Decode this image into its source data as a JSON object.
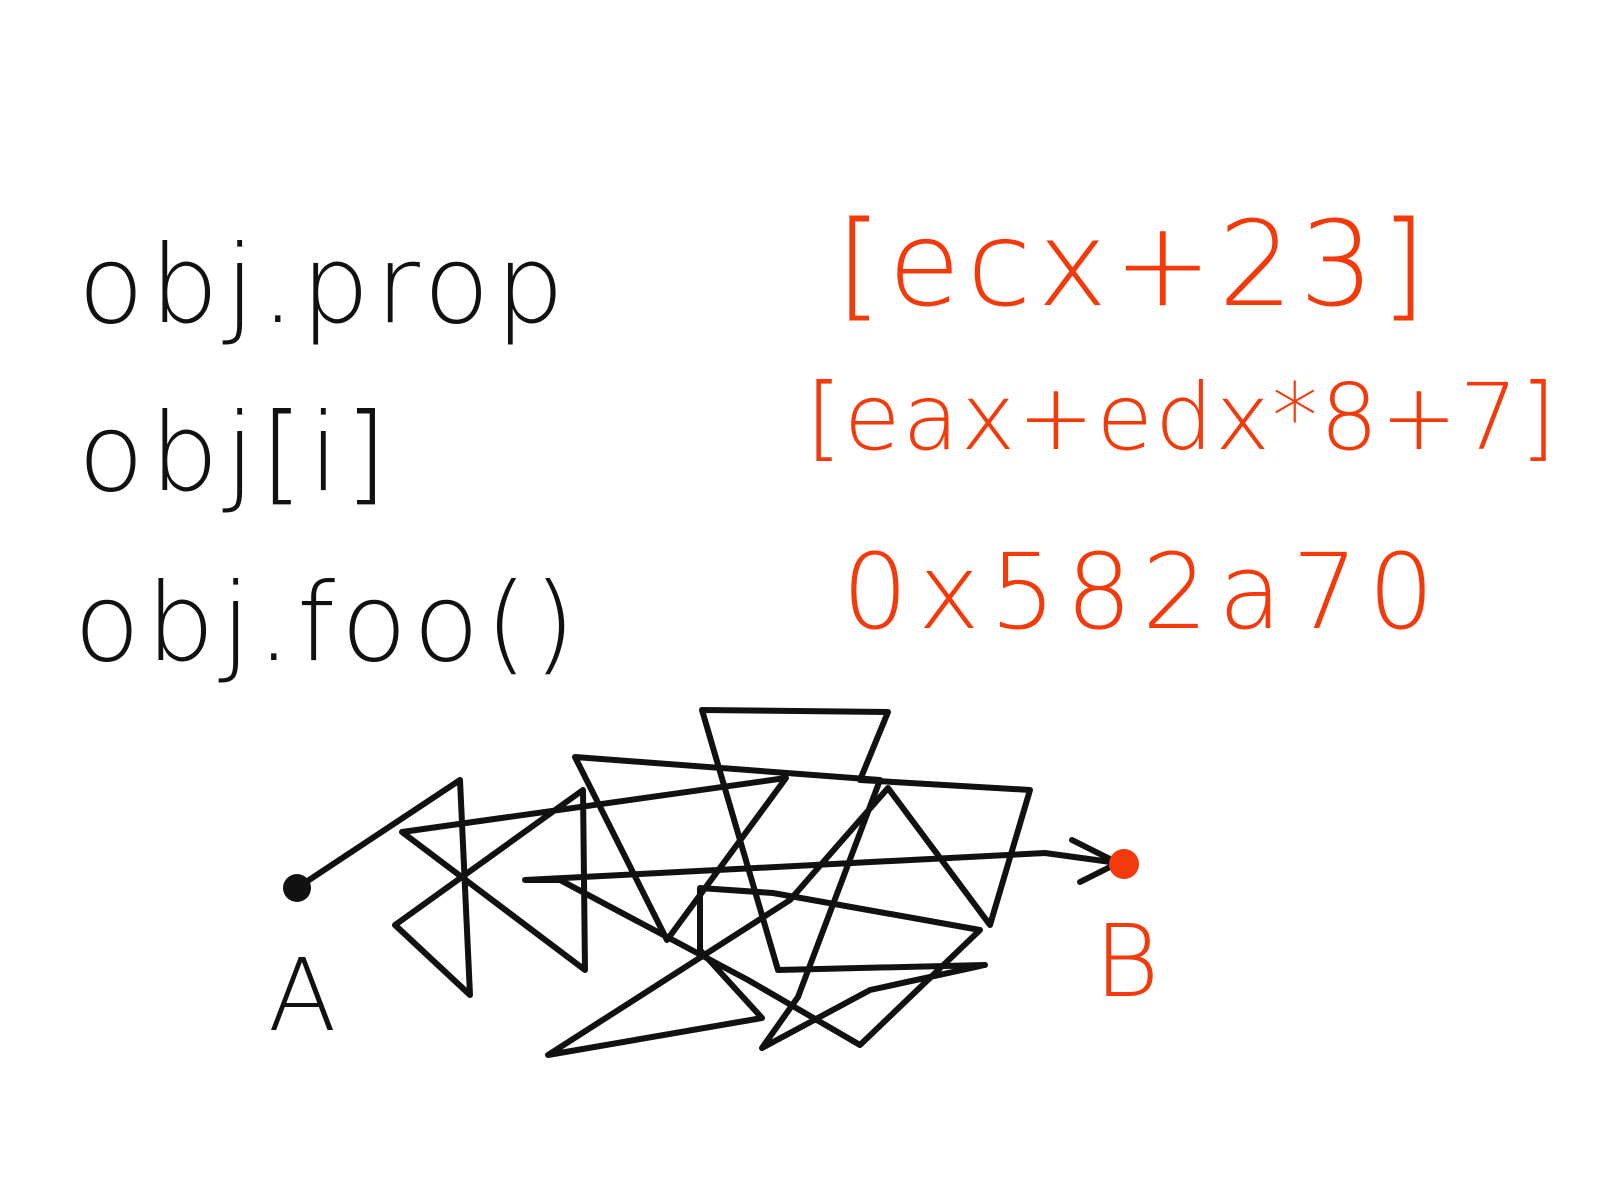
{
  "left_code": {
    "line1": "obj.prop",
    "line2": "obj[i]",
    "line3": "obj.foo()"
  },
  "asm": {
    "line1": "[ecx+23]",
    "line2": "[eax+edx*8+7]",
    "line3": "0x582a70"
  },
  "path": {
    "start_label": "A",
    "end_label": "B"
  },
  "colors": {
    "ink": "#111111",
    "accent": "#f23a0b",
    "background": "#ffffff"
  }
}
